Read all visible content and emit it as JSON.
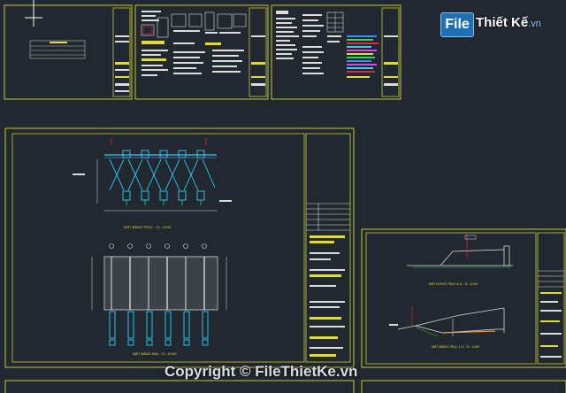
{
  "watermark": {
    "logo_box": "File",
    "logo_rest": "Thiết Kế",
    "logo_tld": ".vn",
    "copyright": "Copyright © FileThietKe.vn"
  },
  "drawing": {
    "bg": "#212830",
    "frame_color": "#c8c83a",
    "line_color": "#d8d8d8",
    "cyan": "#2fd2ff",
    "red": "#e8283a",
    "green": "#3cd24a",
    "plan_top_caption": "MẶT BẰNG TRỤC - TL: 1/100",
    "plan_bottom_caption": "MẶT BẰNG MÁI - TL: 1/100",
    "section_top_caption": "MẶT ĐỨNG TRỤC A-A - TL: 1/100",
    "section_bottom_caption": "MẶT BẰNG TRỤC 1-9 - TL: 1/100"
  }
}
